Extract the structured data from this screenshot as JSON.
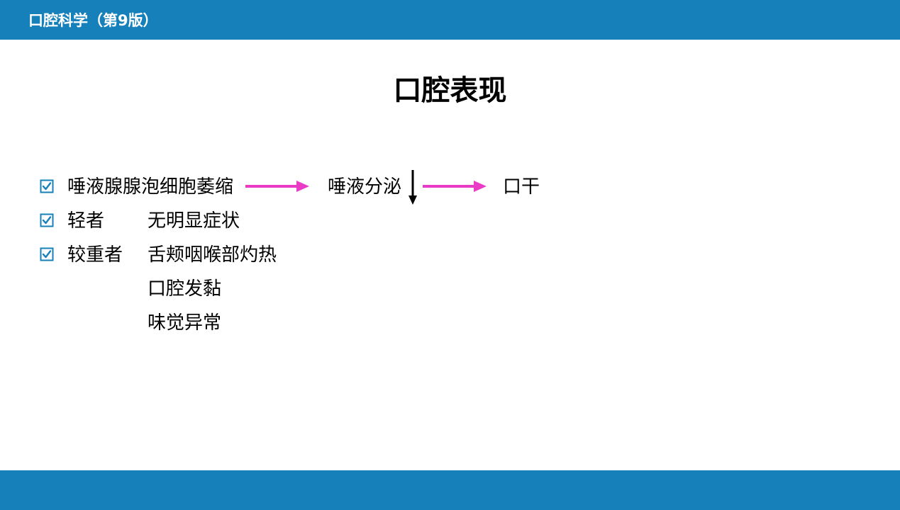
{
  "header": {
    "course_title": "口腔科学（第9版）"
  },
  "slide": {
    "title": "口腔表现",
    "items": [
      {
        "label": "唾液腺腺泡细胞萎缩",
        "flow": {
          "step1": "唾液分泌",
          "step2": "口干"
        }
      },
      {
        "label": "轻者",
        "details": [
          "无明显症状"
        ]
      },
      {
        "label": "较重者",
        "details": [
          "舌颊咽喉部灼热",
          "口腔发黏",
          "味觉异常"
        ]
      }
    ]
  },
  "colors": {
    "header_bg": "#1580ba",
    "footer_bg": "#1580ba",
    "checkbox": "#1580ba",
    "arrow_accent": "#e93bc6",
    "arrow_down": "#000000"
  },
  "icons": {
    "checkbox": "checked-box-icon",
    "flow_arrow": "arrow-right-icon",
    "decrease_arrow": "arrow-down-icon"
  }
}
